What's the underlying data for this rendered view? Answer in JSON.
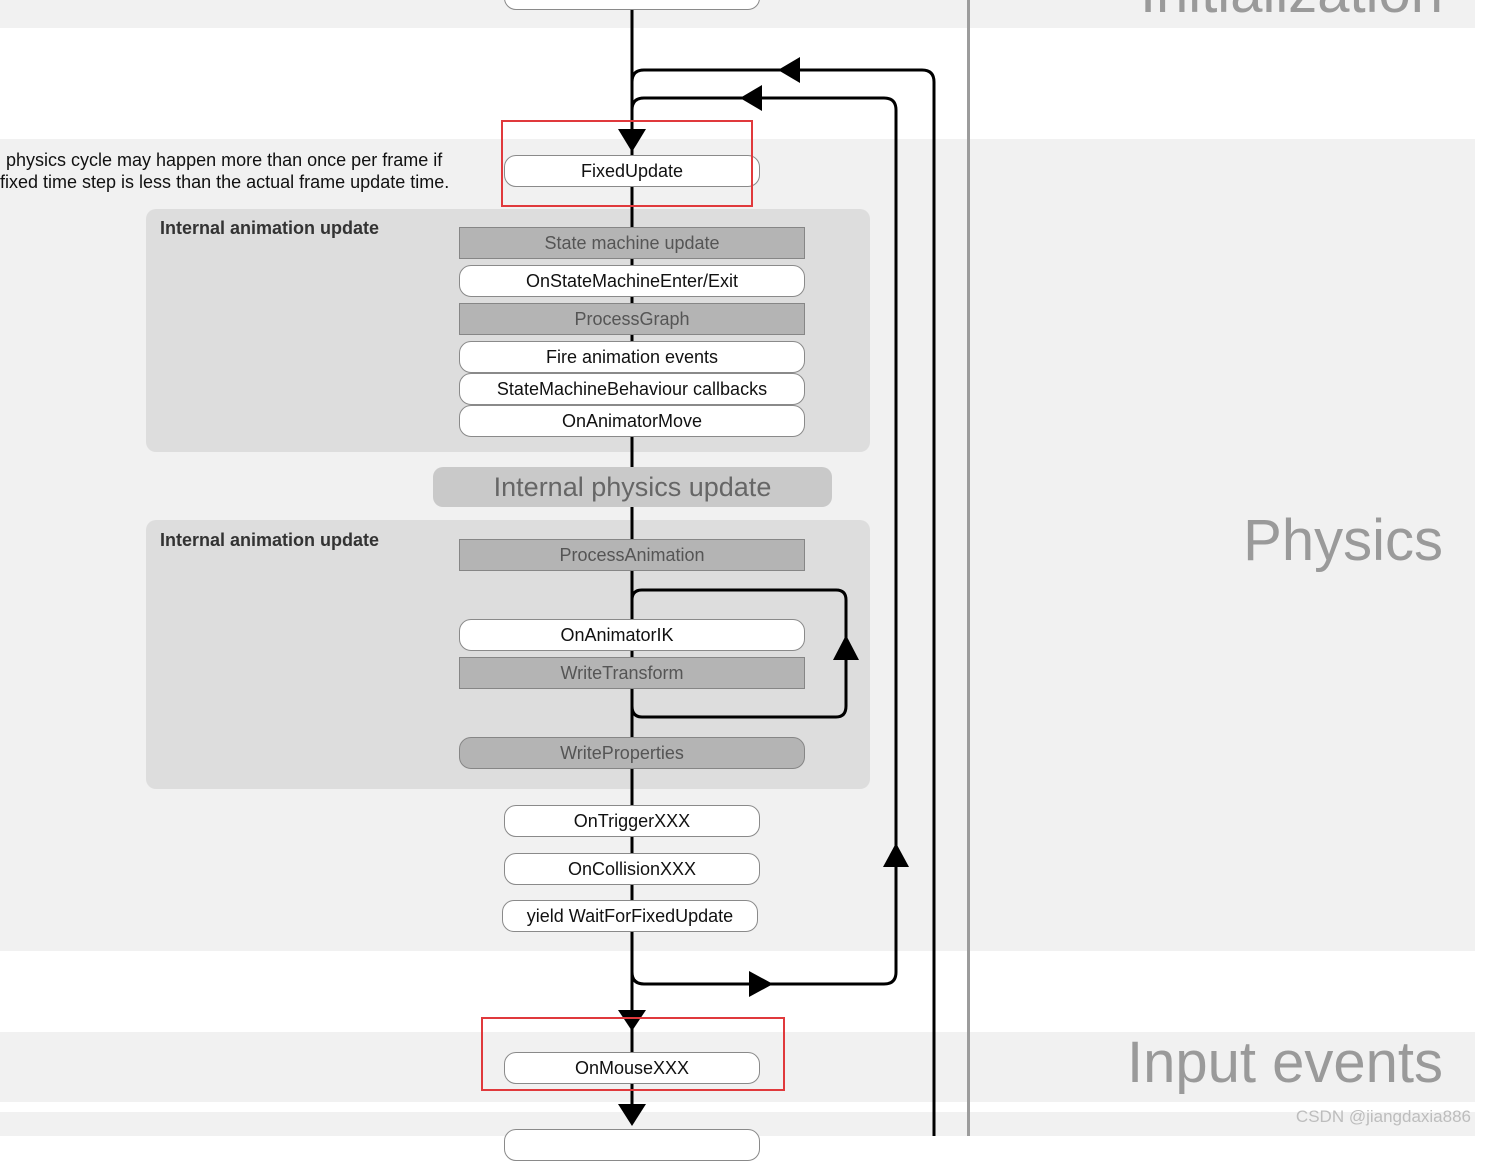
{
  "sections": {
    "initialization": "Initialization",
    "physics": "Physics",
    "input_events": "Input events"
  },
  "note": {
    "line1": "physics cycle may happen more than once per frame if",
    "line2": "fixed time step is less than the actual frame update time."
  },
  "nodes": {
    "fixed_update": "FixedUpdate",
    "state_machine_update": "State machine update",
    "on_state_machine_enter_exit": "OnStateMachineEnter/Exit",
    "process_graph": "ProcessGraph",
    "fire_animation_events": "Fire animation events",
    "state_machine_behaviour_callbacks": "StateMachineBehaviour callbacks",
    "on_animator_move": "OnAnimatorMove",
    "internal_physics_update": "Internal physics update",
    "process_animation": "ProcessAnimation",
    "on_animator_ik": "OnAnimatorIK",
    "write_transform": "WriteTransform",
    "write_properties": "WriteProperties",
    "on_trigger": "OnTriggerXXX",
    "on_collision": "OnCollisionXXX",
    "yield_wait_for_fixed_update": "yield WaitForFixedUpdate",
    "on_mouse": "OnMouseXXX"
  },
  "groups": {
    "animation_update_1": "Internal animation update",
    "animation_update_2": "Internal animation update"
  },
  "watermark": "CSDN @jiangdaxia886",
  "colors": {
    "highlight": "#e0393c",
    "band": "#f1f1f1",
    "group": "#dddddd",
    "gray_node": "#b4b4b4"
  }
}
